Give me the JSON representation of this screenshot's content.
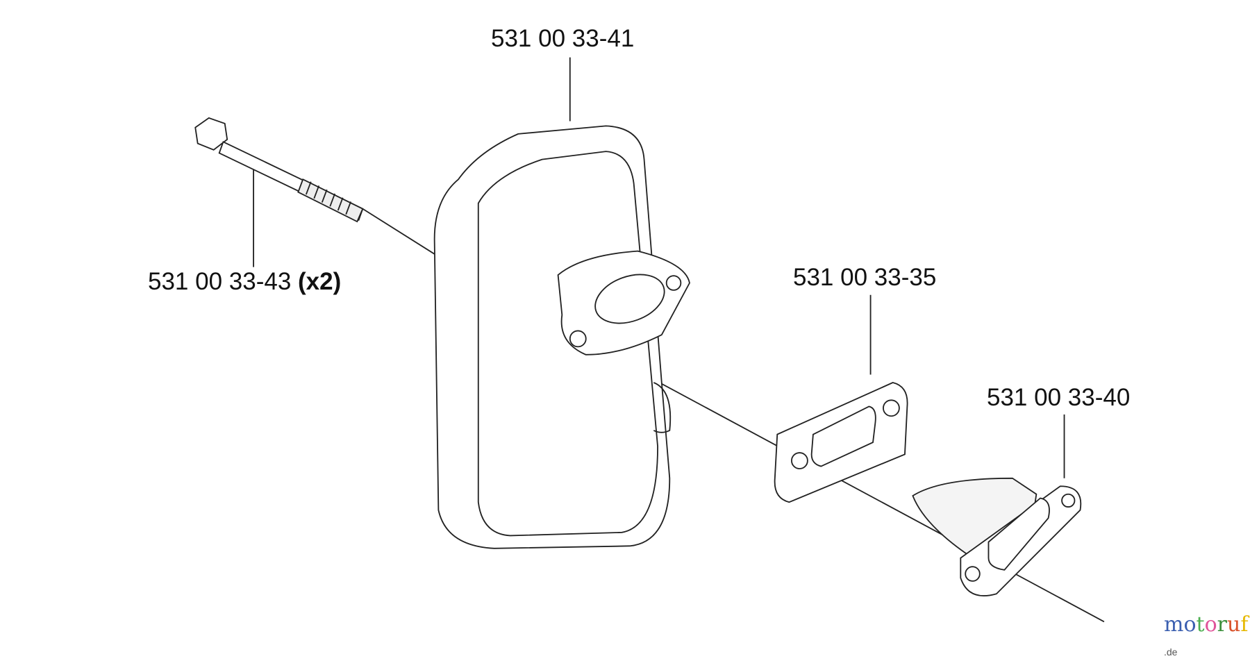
{
  "parts": [
    {
      "part_number": "531 00 33-41",
      "qty": ""
    },
    {
      "part_number": "531 00 33-43",
      "qty": "(x2)"
    },
    {
      "part_number": "531 00 33-35",
      "qty": ""
    },
    {
      "part_number": "531 00 33-40",
      "qty": ""
    }
  ],
  "watermark": {
    "text": "motoruf",
    "suffix": ".de",
    "letters": [
      "m",
      "o",
      "t",
      "o",
      "r",
      "u",
      "f"
    ],
    "colors": [
      "#3b5fb0",
      "#3b5fb0",
      "#4caf50",
      "#e0559a",
      "#3b8f3b",
      "#d9532b",
      "#e6b800"
    ]
  }
}
